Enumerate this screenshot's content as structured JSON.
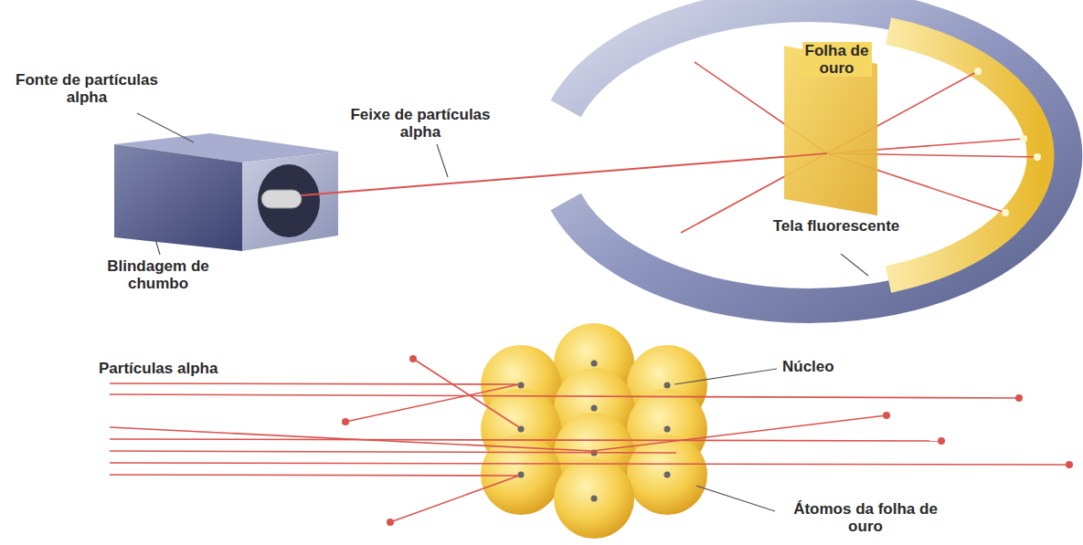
{
  "diagram": {
    "labels": [
      "Fonte de partículas alpha",
      "Feixe de partículas alpha",
      "Blindagem de chumbo",
      "Folha de ouro",
      "Tela fluorescente",
      "Partículas alpha",
      "Núcleo",
      "Átomos da folha de ouro"
    ]
  }
}
